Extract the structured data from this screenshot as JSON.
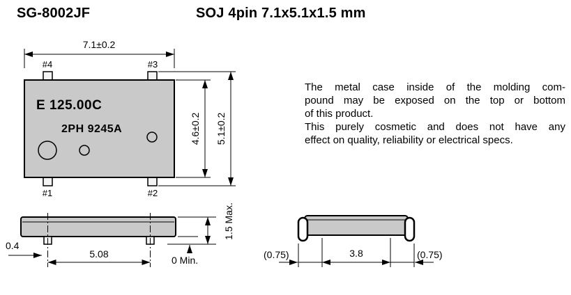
{
  "header": {
    "part_number": "SG-8002JF",
    "package_title": "SOJ 4pin 7.1x5.1x1.5 mm"
  },
  "top_view": {
    "dim_width": "7.1±0.2",
    "dim_body_height": "4.6±0.2",
    "dim_overall_height": "5.1±0.2",
    "pin_labels": {
      "p4": "#4",
      "p3": "#3",
      "p1": "#1",
      "p2": "#2"
    },
    "marking_line1": "E 125.00C",
    "marking_line2": "2PH 9245A"
  },
  "note": {
    "lines": [
      "The metal case inside of the molding com-",
      "pound may be exposed on the top or bottom",
      "of this product.",
      "This purely cosmetic and does not have any",
      "effect on quality, reliability or electrical specs."
    ]
  },
  "side_view": {
    "dim_lead_width": "0.4",
    "dim_lead_pitch": "5.08",
    "dim_height": "1.5 Max.",
    "dim_standoff": "0 Min."
  },
  "end_view": {
    "dim_left": "(0.75)",
    "dim_center": "3.8",
    "dim_right": "(0.75)"
  },
  "colors": {
    "body_fill": "#c9c9c9",
    "line": "#000000"
  }
}
